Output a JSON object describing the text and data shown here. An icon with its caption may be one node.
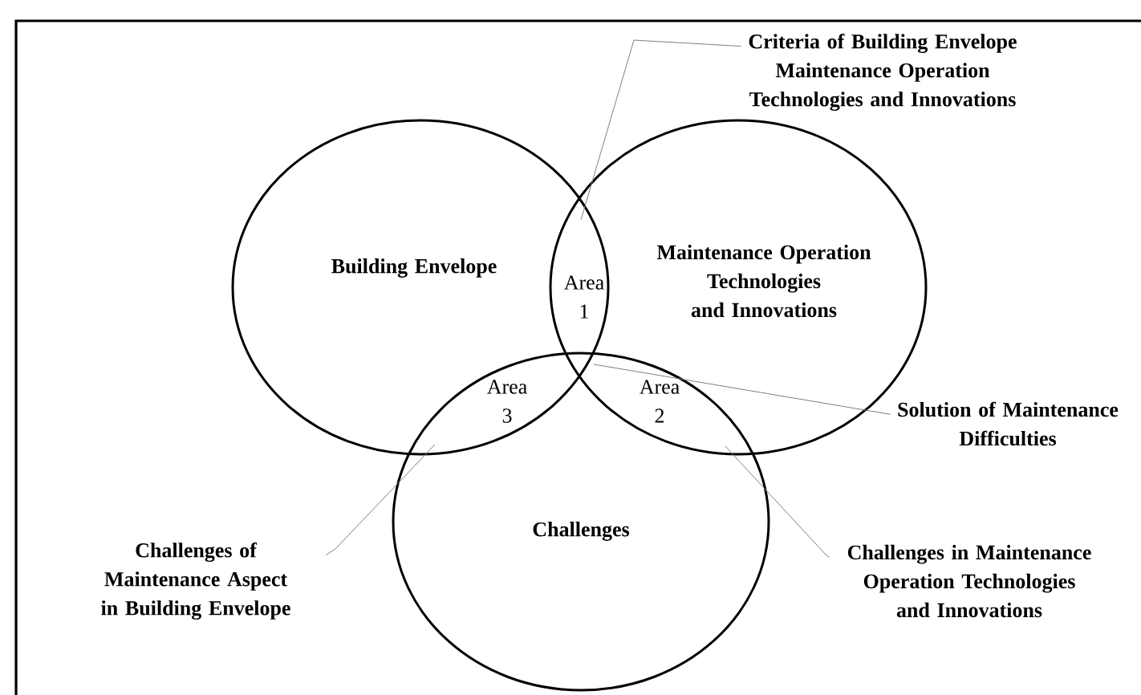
{
  "diagram": {
    "nodes": [
      {
        "text": [
          "Building Envelope"
        ]
      },
      {
        "text": [
          "Maintenance Operation Technologies and Innovations"
        ]
      },
      {
        "text": [
          "Challenges"
        ]
      },
      {
        "text": [
          "Criteria of Building Envelope Maintenance Operation Technologies and Innovations"
        ]
      },
      {
        "text": [
          "Solution of Maintenance Difficulties"
        ]
      },
      {
        "text": [
          "Challenges of Maintenance Aspect in Building Envelope"
        ]
      },
      {
        "text": [
          "Challenges in Maintenance Operation Technologies and Innovations"
        ]
      }
    ],
    "edges": [
      {
        "from": 3,
        "to": 0,
        "arrow": "none"
      },
      {
        "from": 4,
        "to": 1,
        "arrow": "none"
      },
      {
        "from": 5,
        "to": 0,
        "arrow": "none"
      },
      {
        "from": 6,
        "to": 1,
        "arrow": "none"
      }
    ],
    "labels": [
      "Area 1",
      "Area 3",
      "Area 2"
    ]
  }
}
